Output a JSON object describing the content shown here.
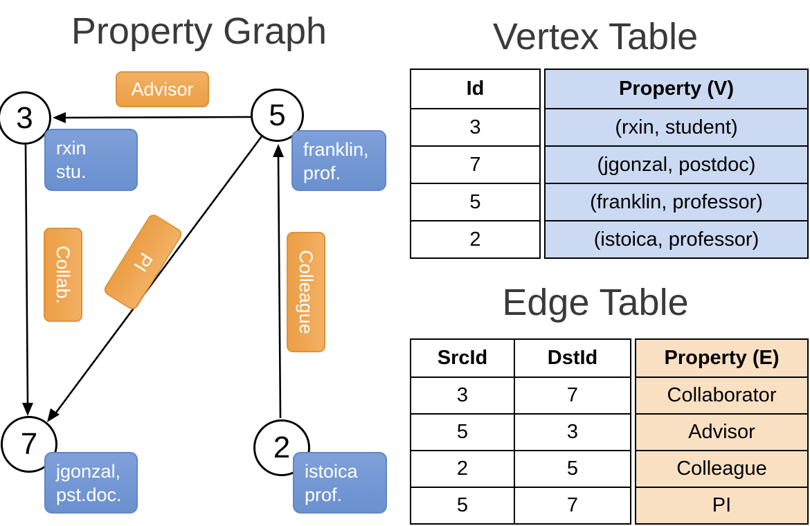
{
  "colors": {
    "edge_label_fill": "#EFA24B",
    "edge_label_border": "#DE9238",
    "vertex_label_fill": "#7195D3",
    "vertex_label_border": "#6186C5",
    "vertex_table_tint": "#CBDAF2",
    "edge_table_tint": "#F9E0C3",
    "line_color": "#000000",
    "title_color": "#3A3A3A"
  },
  "graph": {
    "title": "Property Graph",
    "nodes": [
      {
        "id": "3"
      },
      {
        "id": "5"
      },
      {
        "id": "7"
      },
      {
        "id": "2"
      }
    ],
    "vertex_labels": [
      {
        "line1": "rxin",
        "line2": "stu."
      },
      {
        "line1": "franklin,",
        "line2": "prof."
      },
      {
        "line1": "jgonzal,",
        "line2": "pst.doc."
      },
      {
        "line1": "istoica",
        "line2": "prof."
      }
    ],
    "edge_labels": {
      "advisor": "Advisor",
      "collab": "Collab.",
      "pi": "PI",
      "colleague": "Colleague"
    }
  },
  "vertex_table": {
    "title": "Vertex Table",
    "headers": {
      "id": "Id",
      "property": "Property (V)"
    },
    "rows": [
      {
        "id": "3",
        "property": "(rxin, student)"
      },
      {
        "id": "7",
        "property": "(jgonzal, postdoc)"
      },
      {
        "id": "5",
        "property": "(franklin, professor)"
      },
      {
        "id": "2",
        "property": "(istoica, professor)"
      }
    ]
  },
  "edge_table": {
    "title": "Edge Table",
    "headers": {
      "src": "SrcId",
      "dst": "DstId",
      "property": "Property (E)"
    },
    "rows": [
      {
        "src": "3",
        "dst": "7",
        "property": "Collaborator"
      },
      {
        "src": "5",
        "dst": "3",
        "property": "Advisor"
      },
      {
        "src": "2",
        "dst": "5",
        "property": "Colleague"
      },
      {
        "src": "5",
        "dst": "7",
        "property": "PI"
      }
    ]
  }
}
